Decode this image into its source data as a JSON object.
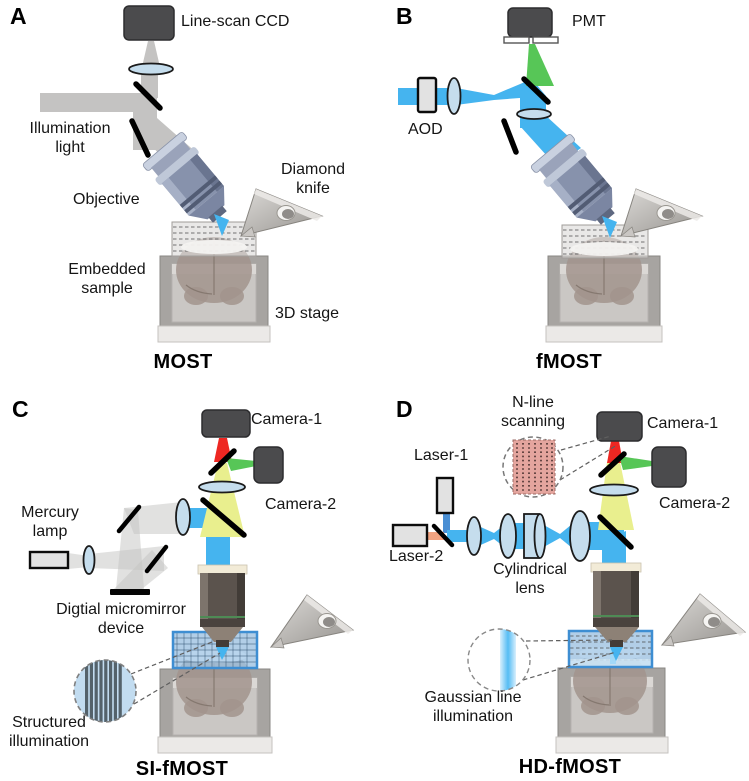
{
  "colors": {
    "beam_blue": "#45b4ef",
    "beam_green": "#57c657",
    "beam_red": "#ee2722",
    "beam_yellow": "#e9ef8e",
    "beam_orange": "#f2a482",
    "beam_gray": "#c4c3c2",
    "laser1_blue": "#4a8fd4",
    "lens_fill": "#c5dded",
    "camera_dark": "#4b4b4d",
    "knife_metal": "#b7b4b1",
    "inset_blue": "#c2dcf0",
    "nline_pink": "#e4a59e",
    "sample_overlay_blue": "#6eb0e6"
  },
  "panels": {
    "a": {
      "letter": "A",
      "title": "MOST",
      "labels": {
        "detector": "Line-scan CCD",
        "illumination": "Illumination\nlight",
        "objective": "Objective",
        "knife": "Diamond\nknife",
        "sample": "Embedded\nsample",
        "stage": "3D stage"
      }
    },
    "b": {
      "letter": "B",
      "title": "fMOST",
      "labels": {
        "detector": "PMT",
        "aod": "AOD"
      }
    },
    "c": {
      "letter": "C",
      "title": "SI-fMOST",
      "labels": {
        "camera1": "Camera-1",
        "camera2": "Camera-2",
        "lamp": "Mercury\nlamp",
        "dmd": "Digtial micromirror\ndevice",
        "structured": "Structured\nillumination"
      }
    },
    "d": {
      "letter": "D",
      "title": "HD-fMOST",
      "labels": {
        "nline": "N-line\nscanning",
        "camera1": "Camera-1",
        "camera2": "Camera-2",
        "laser1": "Laser-1",
        "laser2": "Laser-2",
        "cyl": "Cylindrical\nlens",
        "gaussian": "Gaussian line\nillumination"
      }
    }
  }
}
